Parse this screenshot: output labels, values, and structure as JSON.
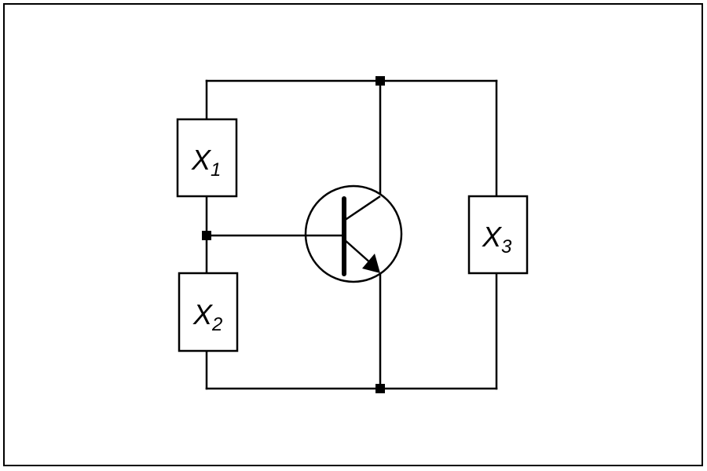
{
  "diagram": {
    "components": [
      {
        "id": "X1",
        "symbol": "X",
        "subscript": "1"
      },
      {
        "id": "X2",
        "symbol": "X",
        "subscript": "2"
      },
      {
        "id": "X3",
        "symbol": "X",
        "subscript": "3"
      }
    ],
    "transistor": {
      "type": "NPN"
    },
    "colors": {
      "stroke": "#000000",
      "background": "#ffffff"
    }
  }
}
